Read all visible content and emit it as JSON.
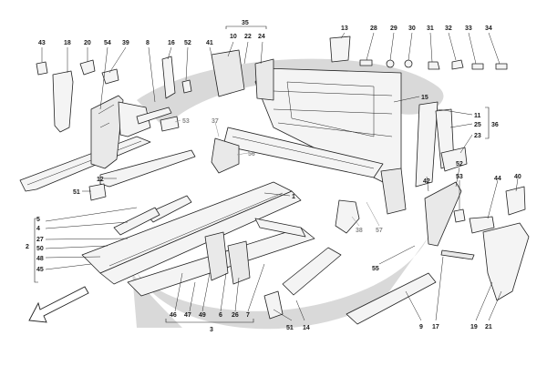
{
  "diagram": {
    "callouts": {
      "n1": "1",
      "n2": "2",
      "n3": "3",
      "n4": "4",
      "n5": "5",
      "n6": "6",
      "n7": "7",
      "n8": "8",
      "n9": "9",
      "n10": "10",
      "n11": "11",
      "n12": "12",
      "n13": "13",
      "n14": "14",
      "n15": "15",
      "n16": "16",
      "n17": "17",
      "n18": "18",
      "n19": "19",
      "n20": "20",
      "n21": "21",
      "n22": "22",
      "n23": "23",
      "n24": "24",
      "n25": "25",
      "n26": "26",
      "n27": "27",
      "n28": "28",
      "n29": "29",
      "n30": "30",
      "n31": "31",
      "n32": "32",
      "n33": "33",
      "n34": "34",
      "n35": "35",
      "n36": "36",
      "n37": "37",
      "n38": "38",
      "n39": "39",
      "n40": "40",
      "n41": "41",
      "n42": "42",
      "n43": "43",
      "n44": "44",
      "n45": "45",
      "n46": "46",
      "n47": "47",
      "n48": "48",
      "n49": "49",
      "n50": "50",
      "n51a": "51",
      "n51b": "51",
      "n52a": "52",
      "n52b": "52",
      "n53a": "53",
      "n53b": "53",
      "n54": "54",
      "n55": "55",
      "n56": "56",
      "n57": "57"
    }
  }
}
